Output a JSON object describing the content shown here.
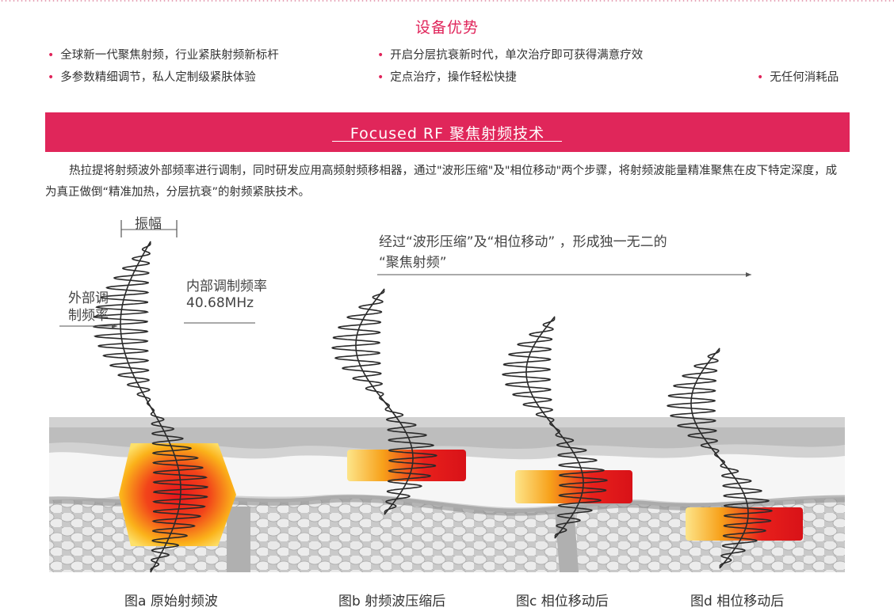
{
  "advantages": {
    "title": "设备优势",
    "items": [
      "全球新一代聚焦射频，行业紧肤射频新标杆",
      "开启分层抗衰新时代，单次治疗即可获得满意疗效",
      "多参数精细调节，私人定制级紧肤体验",
      "定点治疗，操作轻松快捷",
      "无任何消耗品"
    ]
  },
  "banner": {
    "title": "Focused RF 聚焦射频技术"
  },
  "description": "热拉提将射频波外部频率进行调制，同时研发应用高频射频移相器，通过\"波形压缩\"及\"相位移动\"两个步骤，将射频波能量精准聚焦在皮下特定深度，成为真正做倒“精准加热，分层抗衰”的射频紧肤技术。",
  "diagram": {
    "amplitude_label": "振幅",
    "outer_freq_label": [
      "外部调",
      "制频率"
    ],
    "inner_freq_label": [
      "内部调制频率",
      "40.68MHz"
    ],
    "arrow_label": [
      "经过“波形压缩”及“相位移动” ，形成独一无二的",
      "“聚焦射频”"
    ],
    "captions": [
      "图a 原始射频波",
      "图b 射频波压缩后",
      "图c 相位移动后",
      "图d 相位移动后"
    ]
  },
  "colors": {
    "accent": "#e0245a",
    "banner": "#e0265a",
    "tissue": "#cfcfcf"
  }
}
